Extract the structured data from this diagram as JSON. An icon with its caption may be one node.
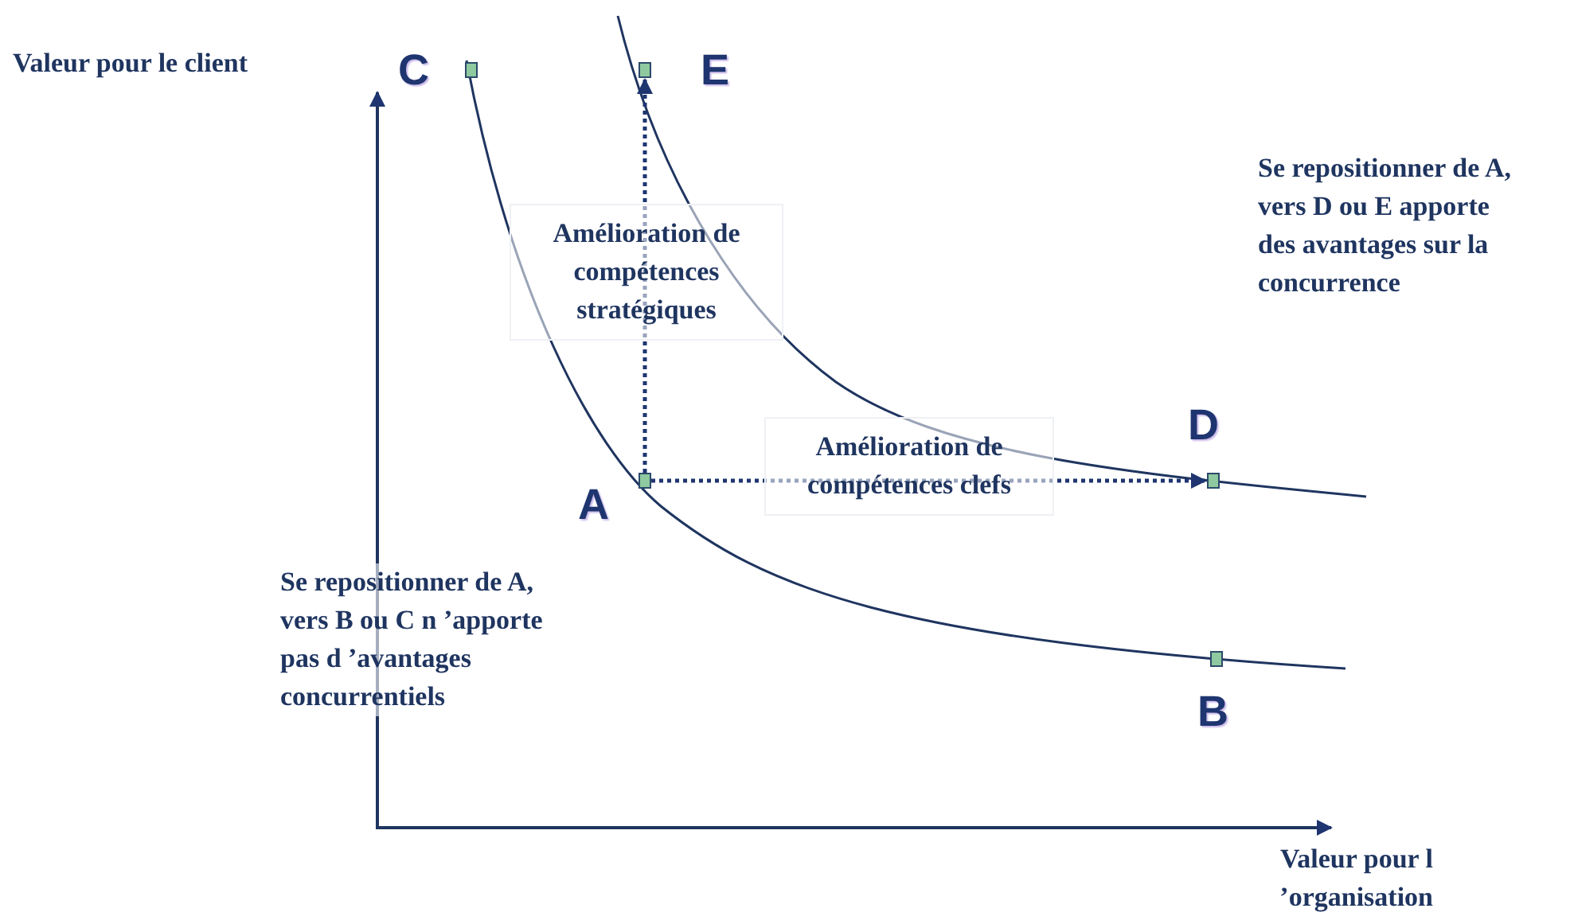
{
  "diagram": {
    "nodes": [
      {
        "text": [
          "C"
        ]
      },
      {
        "text": [
          "E"
        ]
      },
      {
        "text": [
          "D"
        ]
      },
      {
        "text": [
          "A"
        ]
      },
      {
        "text": [
          "B"
        ]
      }
    ],
    "edges": [
      {
        "from": 3,
        "to": 1,
        "arrow": "to",
        "style": "dashed",
        "label": "Amélioration de compétences stratégiques"
      },
      {
        "from": 3,
        "to": 2,
        "arrow": "to",
        "style": "dashed",
        "label": "Amélioration de compétences clefs"
      }
    ],
    "labels": [
      "Valeur pour le client",
      "Se repositionner de A, vers D ou E apporte des avantages sur la concurrence",
      "Se repositionner de A, vers B ou C n ’apporte pas d ’avantages concurrentiels",
      "Valeur pour l ’organisation"
    ]
  }
}
